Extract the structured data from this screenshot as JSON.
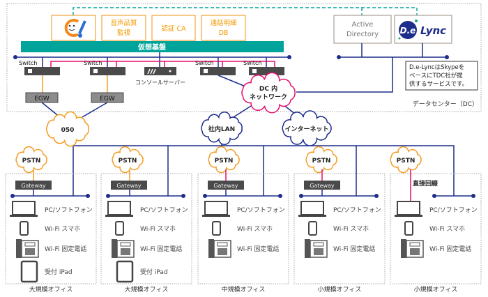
{
  "colors": {
    "teal": "#00a49a",
    "orange": "#f39c1f",
    "navy": "#1d2d8a",
    "pink": "#e4106e",
    "gray": "#4a4a4a"
  },
  "dc": {
    "label": "データセンター（DC）",
    "services": [
      {
        "icon": "smiley-logo-icon"
      },
      {
        "line1": "音声品質",
        "line2": "監視"
      },
      {
        "line1": "認証 CA"
      },
      {
        "line1": "通話明細",
        "line2": "DB"
      }
    ],
    "platform": "仮想基盤",
    "active_directory": {
      "line1": "Active",
      "line2": "Directory"
    },
    "lync": {
      "logo_text": "D.e",
      "name": "Lync"
    },
    "note": {
      "line1": "D.e-LyncはSkypeを",
      "line2": "ベースにTDC社が提",
      "line3": "供するサービスです。"
    },
    "switch_label": "Switch",
    "console_label": "コンソールサーバー",
    "egw_label": "EGW",
    "dc_network": {
      "line1": "DC 内",
      "line2": "ネットワーク"
    }
  },
  "clouds": {
    "n050": "050",
    "lan": "社内LAN",
    "internet": "インターネット",
    "pstn": "PSTN"
  },
  "offices": [
    {
      "name": "大規模オフィス",
      "gateway": "Gateway",
      "devices": [
        "PC/ソフトフォン",
        "Wi-Fi スマホ",
        "Wi-Fi 固定電話",
        "受付 iPad"
      ]
    },
    {
      "name": "大規模オフィス",
      "gateway": "Gateway",
      "devices": [
        "PC/ソフトフォン",
        "Wi-Fi スマホ",
        "Wi-Fi 固定電話",
        "受付 iPad"
      ]
    },
    {
      "name": "中規模オフィス",
      "gateway": "Gateway",
      "devices": [
        "PC/ソフトフォン",
        "Wi-Fi スマホ",
        "Wi-Fi 固定電話"
      ]
    },
    {
      "name": "小規模オフィス",
      "gateway": "Gateway",
      "devices": [
        "PC/ソフトフォン",
        "Wi-Fi スマホ",
        "Wi-Fi 固定電話"
      ]
    },
    {
      "name": "小規模オフィス",
      "direct_line": "直接回線",
      "devices": [
        "PC/ソフトフォン",
        "Wi-Fi スマホ",
        "Wi-Fi 固定電話"
      ]
    }
  ]
}
